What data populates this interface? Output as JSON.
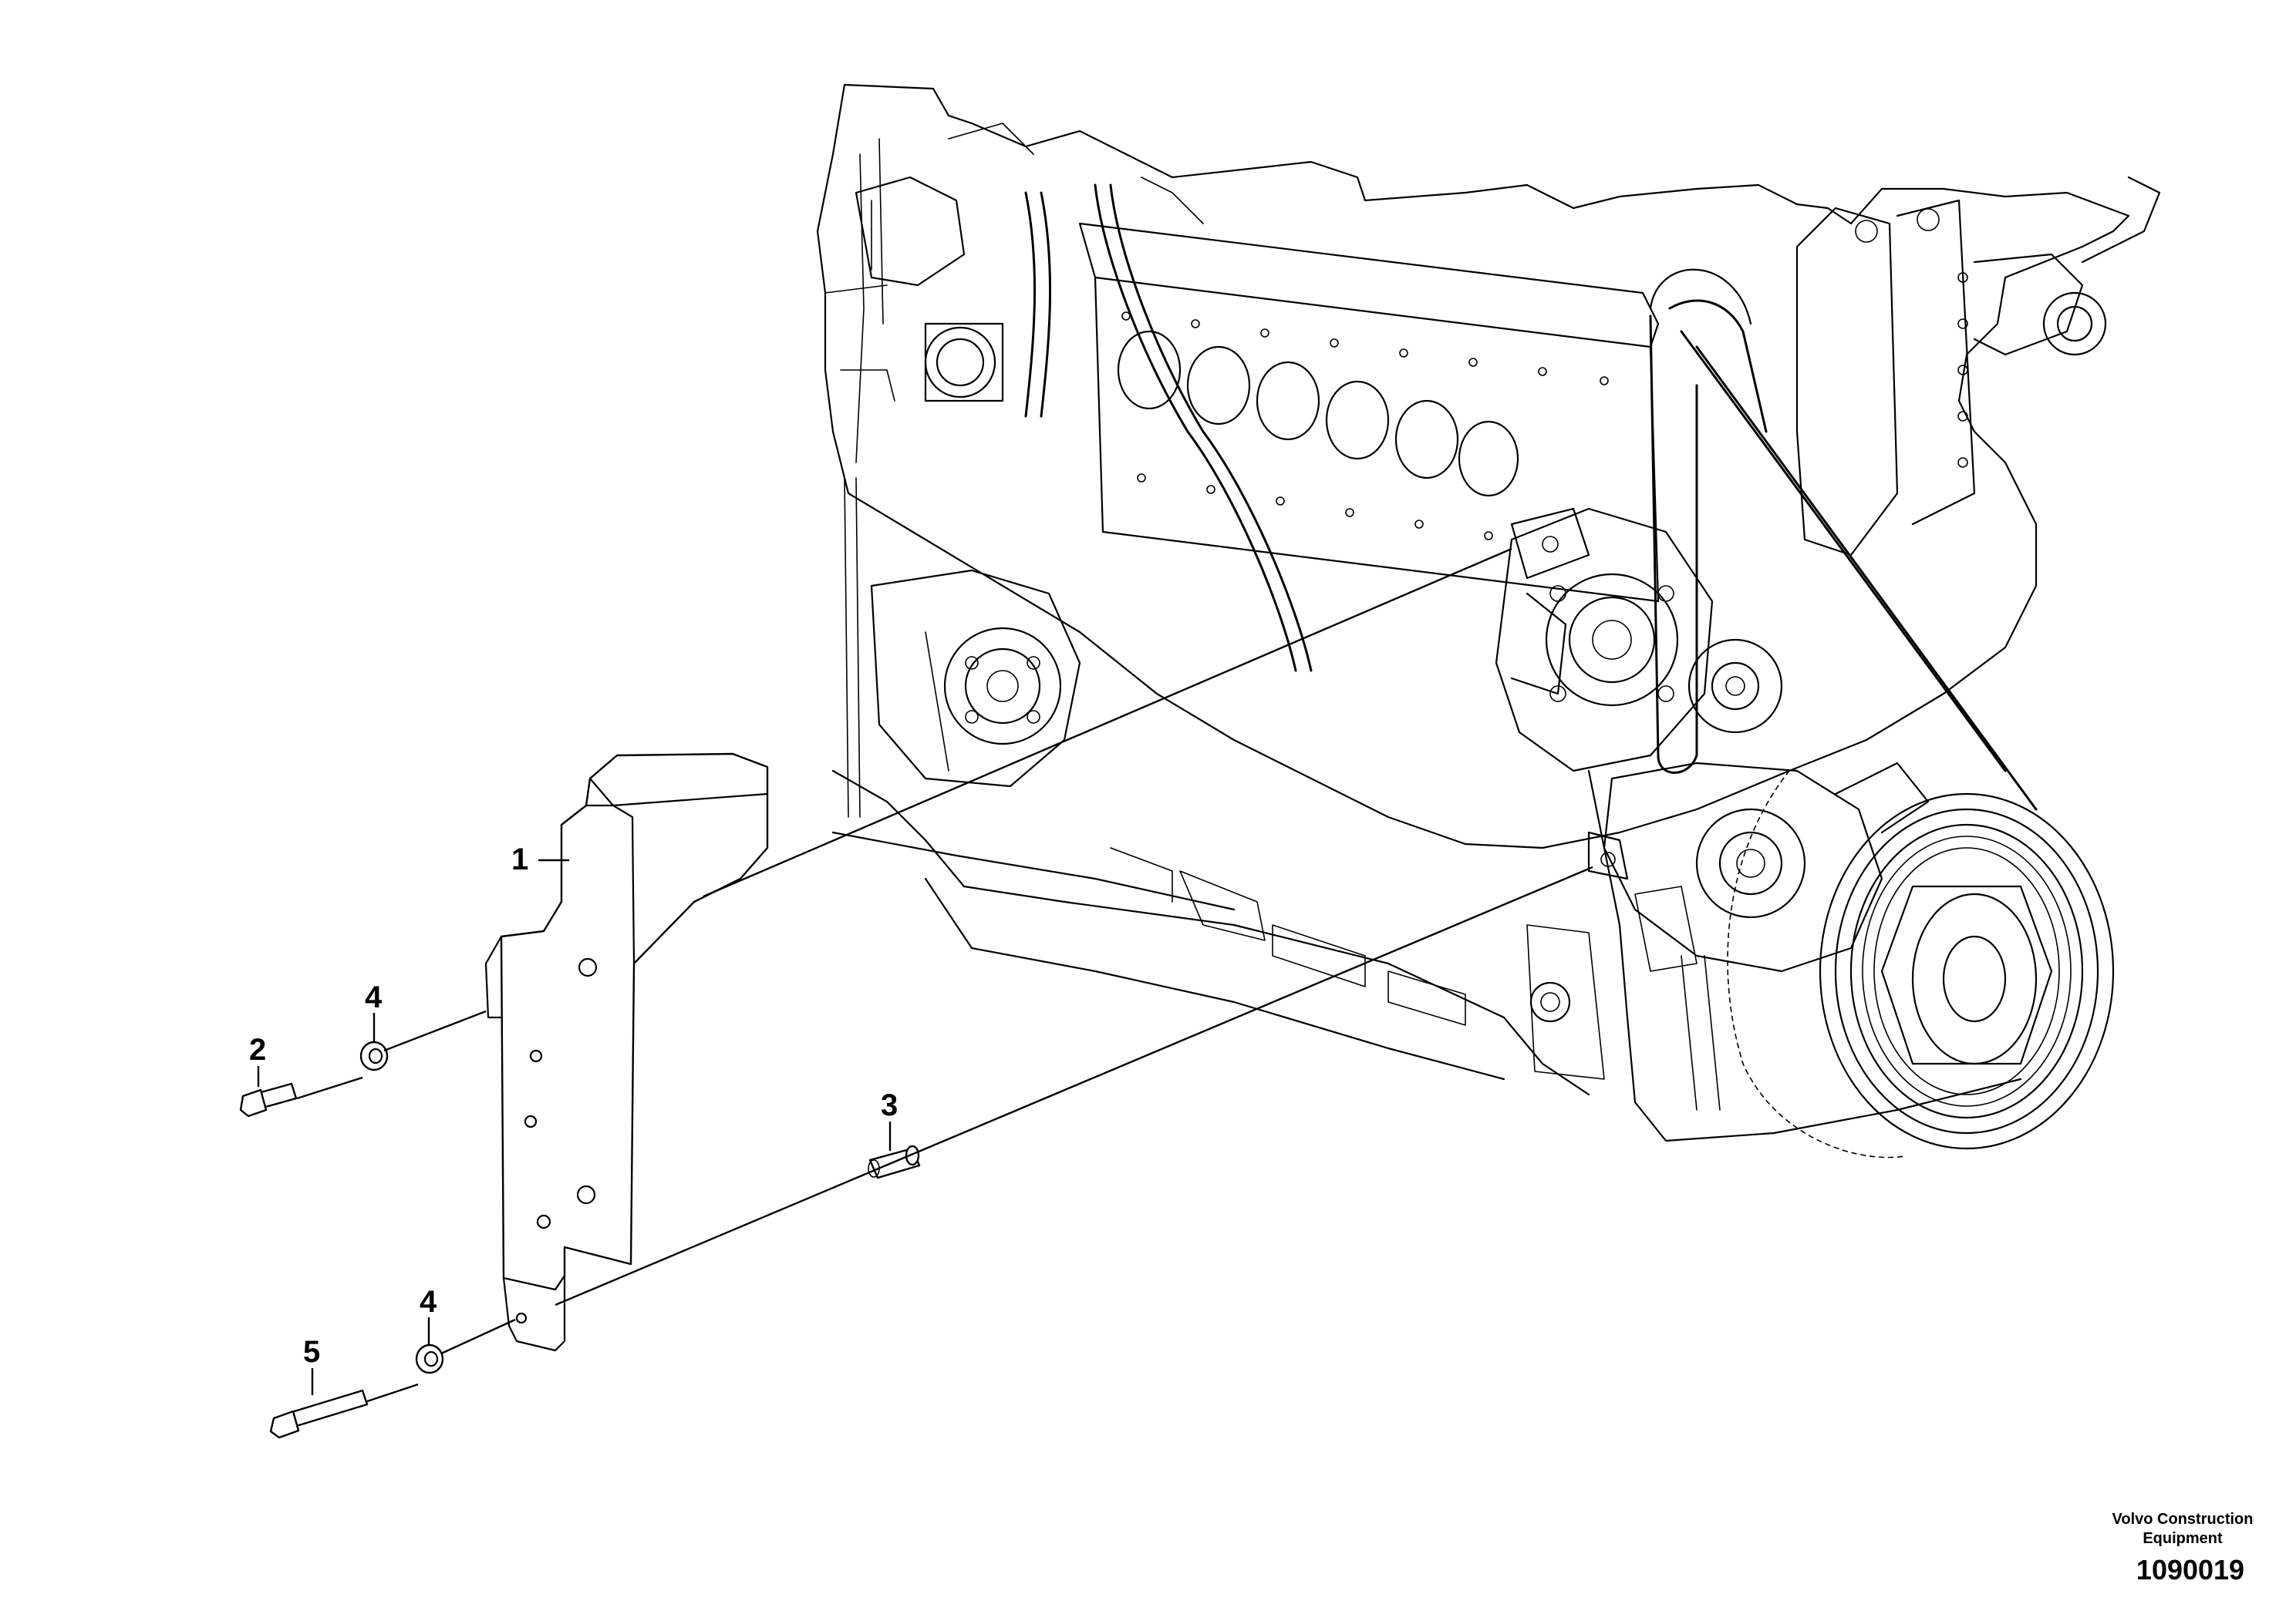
{
  "callouts": [
    {
      "id": "callout-1",
      "label": "1"
    },
    {
      "id": "callout-2",
      "label": "2"
    },
    {
      "id": "callout-3",
      "label": "3"
    },
    {
      "id": "callout-4a",
      "label": "4"
    },
    {
      "id": "callout-4b",
      "label": "4"
    },
    {
      "id": "callout-5",
      "label": "5"
    }
  ],
  "footer": {
    "brand_line1": "Volvo Construction",
    "brand_line2": "Equipment",
    "drawing_number": "1090019"
  }
}
